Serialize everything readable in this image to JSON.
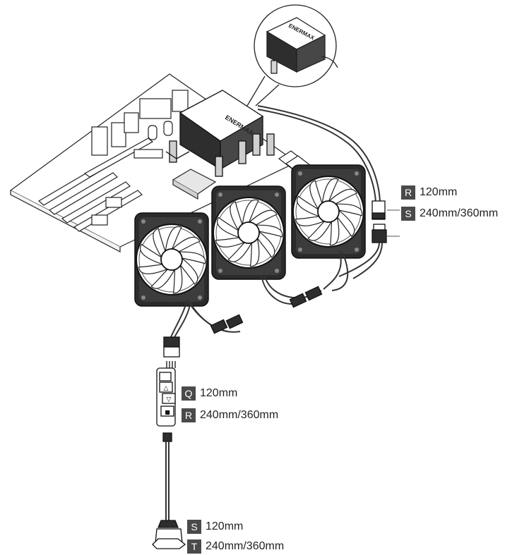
{
  "brand": {
    "pump_logo": "ENERMAX",
    "inset_logo": "ENERMAX"
  },
  "callouts": {
    "right_top": {
      "label": "R",
      "size": "120mm"
    },
    "right_bottom": {
      "label": "S",
      "size": "240mm/360mm"
    },
    "mid_top": {
      "label": "Q",
      "size": "120mm"
    },
    "mid_bottom": {
      "label": "R",
      "size": "240mm/360mm"
    },
    "bottom_top": {
      "label": "S",
      "size": "120mm"
    },
    "bottom_bottom": {
      "label": "T",
      "size": "240mm/360mm"
    }
  },
  "colors": {
    "line": "#222222",
    "badge": "#4a4a4a",
    "board": "#ffffff",
    "chip": "#e6e6e6",
    "fan_frame": "#2b2b2b"
  }
}
